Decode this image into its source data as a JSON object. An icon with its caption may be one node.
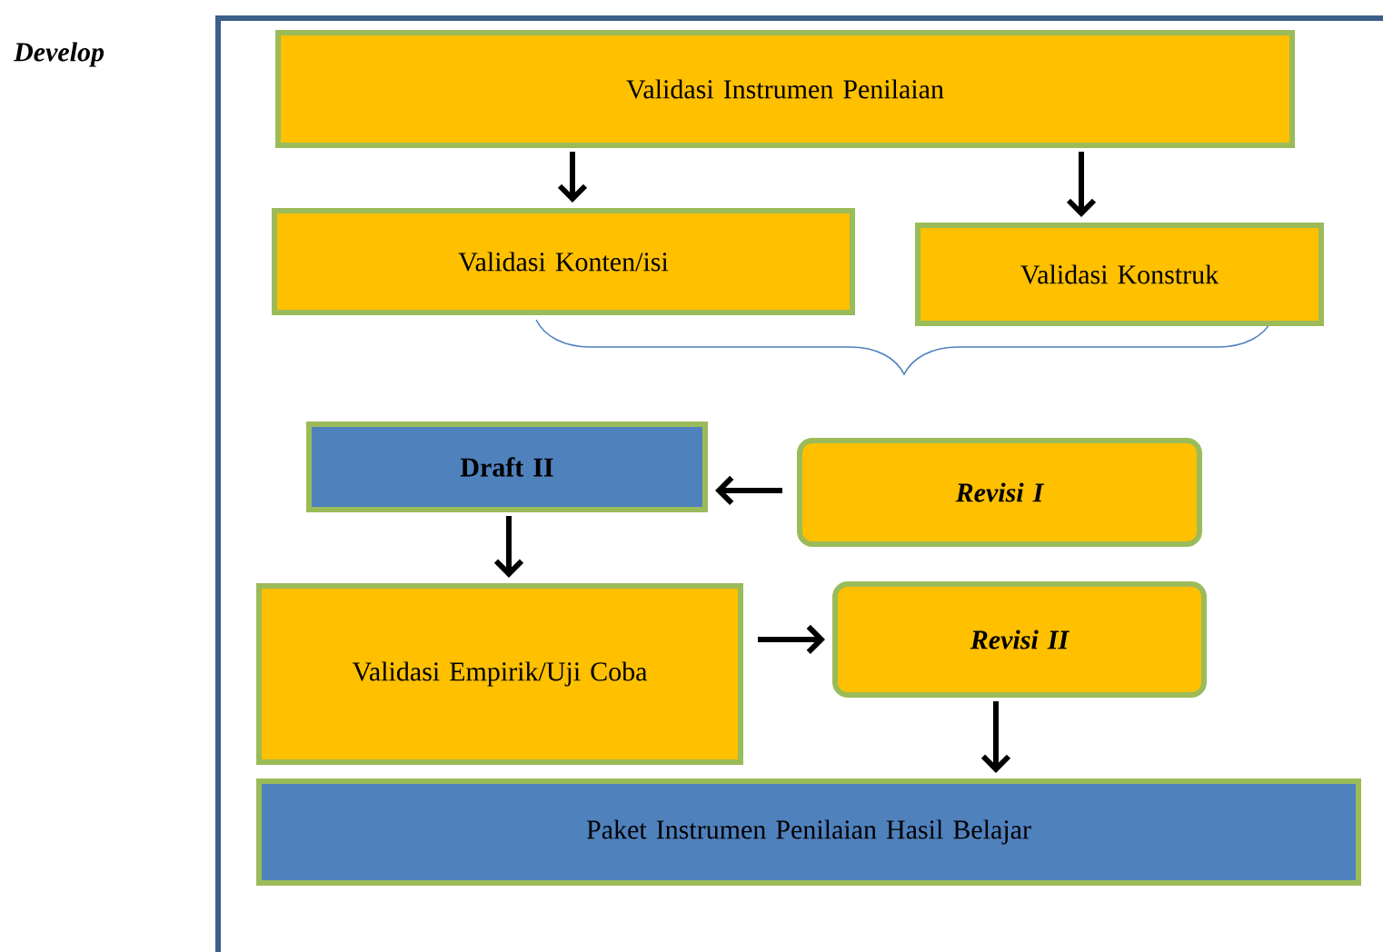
{
  "diagram": {
    "nodes": [
      {
        "text": [
          "Validasi Instrumen Penilaian"
        ]
      },
      {
        "text": [
          "Validasi Konten/isi"
        ]
      },
      {
        "text": [
          "Validasi Konstruk"
        ]
      },
      {
        "text": [
          "Draft II"
        ]
      },
      {
        "text": [
          "Revisi I"
        ]
      },
      {
        "text": [
          "Validasi Empirik/Uji Coba"
        ]
      },
      {
        "text": [
          "Revisi II"
        ]
      },
      {
        "text": [
          "Paket Instrumen Penilaian Hasil Belajar"
        ]
      }
    ],
    "edges": [
      {
        "from": 0,
        "to": 1,
        "arrow": "to"
      },
      {
        "from": 0,
        "to": 2,
        "arrow": "to"
      },
      {
        "from": 4,
        "to": 3,
        "arrow": "to"
      },
      {
        "from": 3,
        "to": 5,
        "arrow": "to"
      },
      {
        "from": 5,
        "to": 6,
        "arrow": "to"
      },
      {
        "from": 6,
        "to": 7,
        "arrow": "to"
      }
    ],
    "labels": [
      "Develop"
    ]
  }
}
